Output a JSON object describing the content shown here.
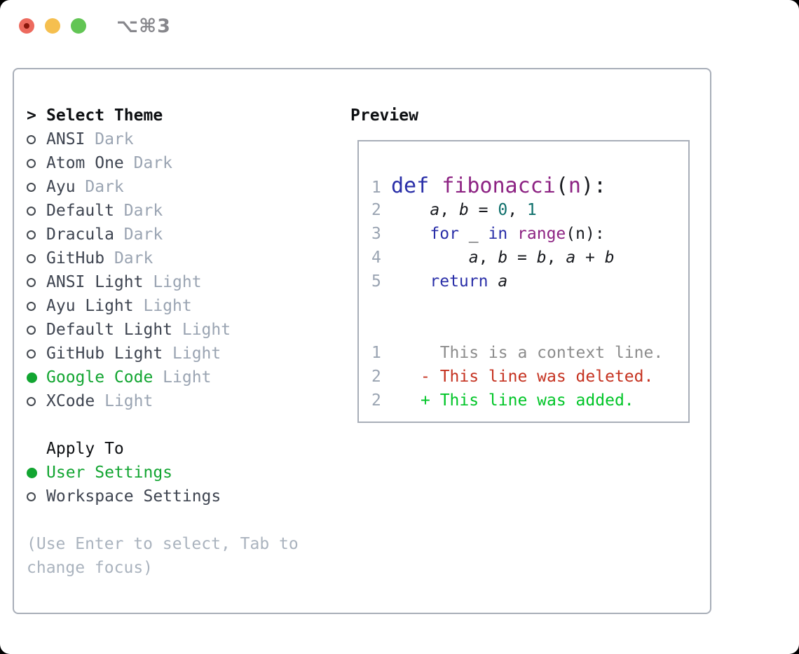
{
  "window": {
    "title": "⌥⌘3"
  },
  "colors": {
    "traffic_red": "#ed6a5e",
    "traffic_red_dot": "#8a160b",
    "traffic_yellow": "#f5bf4f",
    "traffic_green": "#62c554",
    "title_gray": "#87878c",
    "border_gray": "#a8aeb8",
    "header_black": "#0d0f12",
    "name_dark": "#3e4450",
    "tag_gray": "#9aa4b2",
    "hint_gray": "#aab3be",
    "green_accent": "#12a531",
    "linenum": "#9aa4b2",
    "kwd": "#2a2fa8",
    "fun": "#8d2383",
    "lit": "#0e6f6b",
    "pln": "#17191e",
    "context_gray": "#8c8c8c",
    "deleted_red": "#c53220",
    "added_green": "#00c527"
  },
  "theme_picker": {
    "prompt": ">",
    "header": "Select Theme",
    "items": [
      {
        "label": "ANSI",
        "tag": "Dark",
        "selected": false
      },
      {
        "label": "Atom One",
        "tag": "Dark",
        "selected": false
      },
      {
        "label": "Ayu",
        "tag": "Dark",
        "selected": false
      },
      {
        "label": "Default",
        "tag": "Dark",
        "selected": false
      },
      {
        "label": "Dracula",
        "tag": "Dark",
        "selected": false
      },
      {
        "label": "GitHub",
        "tag": "Dark",
        "selected": false
      },
      {
        "label": "ANSI Light",
        "tag": "Light",
        "selected": false
      },
      {
        "label": "Ayu Light",
        "tag": "Light",
        "selected": false
      },
      {
        "label": "Default Light",
        "tag": "Light",
        "selected": false
      },
      {
        "label": "GitHub Light",
        "tag": "Light",
        "selected": false
      },
      {
        "label": "Google Code",
        "tag": "Light",
        "selected": true
      },
      {
        "label": "XCode",
        "tag": "Light",
        "selected": false
      }
    ],
    "apply_to": {
      "header": "Apply To",
      "options": [
        {
          "label": "User Settings",
          "selected": true
        },
        {
          "label": "Workspace Settings",
          "selected": false
        }
      ]
    },
    "hint": [
      "(Use Enter to select, Tab to",
      "change focus)"
    ]
  },
  "preview": {
    "label": "Preview",
    "code_lines": [
      {
        "num": "1",
        "size": "lg",
        "tokens": [
          {
            "t": "def ",
            "c": "kwd"
          },
          {
            "t": "fibonacci",
            "c": "fun"
          },
          {
            "t": "(",
            "c": "pln"
          },
          {
            "t": "n",
            "c": "fun"
          },
          {
            "t": "):",
            "c": "pln"
          }
        ]
      },
      {
        "num": "2",
        "size": "",
        "tokens": [
          {
            "t": "    ",
            "c": "pln"
          },
          {
            "t": "a",
            "c": "pln",
            "i": true
          },
          {
            "t": ", ",
            "c": "pln"
          },
          {
            "t": "b",
            "c": "pln",
            "i": true
          },
          {
            "t": " = ",
            "c": "pln"
          },
          {
            "t": "0",
            "c": "lit"
          },
          {
            "t": ", ",
            "c": "pln"
          },
          {
            "t": "1",
            "c": "lit"
          }
        ]
      },
      {
        "num": "3",
        "size": "",
        "tokens": [
          {
            "t": "    ",
            "c": "pln"
          },
          {
            "t": "for",
            "c": "kwd"
          },
          {
            "t": " _ ",
            "c": "pln"
          },
          {
            "t": "in",
            "c": "kwd"
          },
          {
            "t": " ",
            "c": "pln"
          },
          {
            "t": "range",
            "c": "fun"
          },
          {
            "t": "(n):",
            "c": "pln"
          }
        ]
      },
      {
        "num": "4",
        "size": "",
        "tokens": [
          {
            "t": "        ",
            "c": "pln"
          },
          {
            "t": "a",
            "c": "pln",
            "i": true
          },
          {
            "t": ", ",
            "c": "pln"
          },
          {
            "t": "b",
            "c": "pln",
            "i": true
          },
          {
            "t": " = ",
            "c": "pln"
          },
          {
            "t": "b",
            "c": "pln",
            "i": true
          },
          {
            "t": ", ",
            "c": "pln"
          },
          {
            "t": "a",
            "c": "pln",
            "i": true
          },
          {
            "t": " + ",
            "c": "pln"
          },
          {
            "t": "b",
            "c": "pln",
            "i": true
          }
        ]
      },
      {
        "num": "5",
        "size": "",
        "tokens": [
          {
            "t": "    ",
            "c": "pln"
          },
          {
            "t": "return",
            "c": "kwd"
          },
          {
            "t": " ",
            "c": "pln"
          },
          {
            "t": "a",
            "c": "pln",
            "i": true
          }
        ]
      }
    ],
    "diff_lines": [
      {
        "num": "1",
        "kind": "context",
        "text": "  This is a context line."
      },
      {
        "num": "2",
        "kind": "deleted",
        "text": "- This line was deleted."
      },
      {
        "num": "2",
        "kind": "added",
        "text": "+ This line was added."
      }
    ]
  }
}
